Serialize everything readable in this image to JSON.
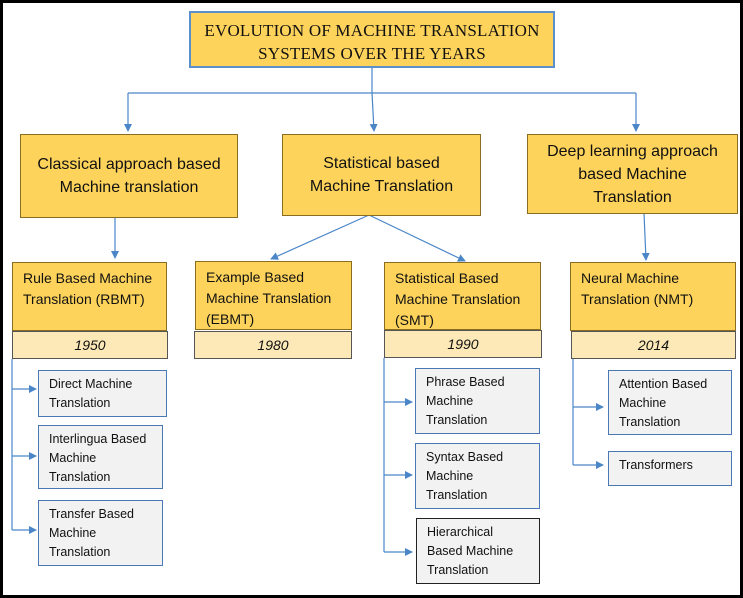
{
  "title": {
    "line1": "EVOLUTION OF MACHINE TRANSLATION",
    "line2": "SYSTEMS OVER THE YEARS"
  },
  "approaches": [
    {
      "line1": "Classical approach based",
      "line2": "Machine translation"
    },
    {
      "line1": "Statistical based",
      "line2": "Machine Translation"
    },
    {
      "line1": "Deep learning approach",
      "line2": "based Machine",
      "line3": "Translation"
    }
  ],
  "systems": [
    {
      "line1": "Rule Based Machine",
      "line2": "Translation (RBMT)",
      "year": "1950"
    },
    {
      "line1": "Example Based",
      "line2": "Machine Translation",
      "line3": "(EBMT)",
      "year": "1980"
    },
    {
      "line1": "Statistical Based",
      "line2": "Machine Translation",
      "line3": "(SMT)",
      "year": "1990"
    },
    {
      "line1": "Neural Machine",
      "line2": "Translation (NMT)",
      "year": "2014"
    }
  ],
  "rbmt_types": [
    {
      "line1": "Direct Machine",
      "line2": "Translation"
    },
    {
      "line1": "Interlingua Based",
      "line2": "Machine",
      "line3": "Translation"
    },
    {
      "line1": "Transfer Based",
      "line2": "Machine",
      "line3": "Translation"
    }
  ],
  "smt_types": [
    {
      "line1": "Phrase Based",
      "line2": "Machine",
      "line3": "Translation"
    },
    {
      "line1": "Syntax Based",
      "line2": "Machine",
      "line3": "Translation"
    },
    {
      "line1": "Hierarchical",
      "line2": "Based Machine",
      "line3": "Translation"
    }
  ],
  "nmt_types": [
    {
      "line1": "Attention Based",
      "line2": "Machine",
      "line3": "Translation"
    },
    {
      "line1": "Transformers"
    }
  ],
  "colors": {
    "box_fill": "#fdd35b",
    "year_fill": "#fde9b8",
    "leaf_fill": "#f2f2f2",
    "connector": "#4a86c8"
  }
}
